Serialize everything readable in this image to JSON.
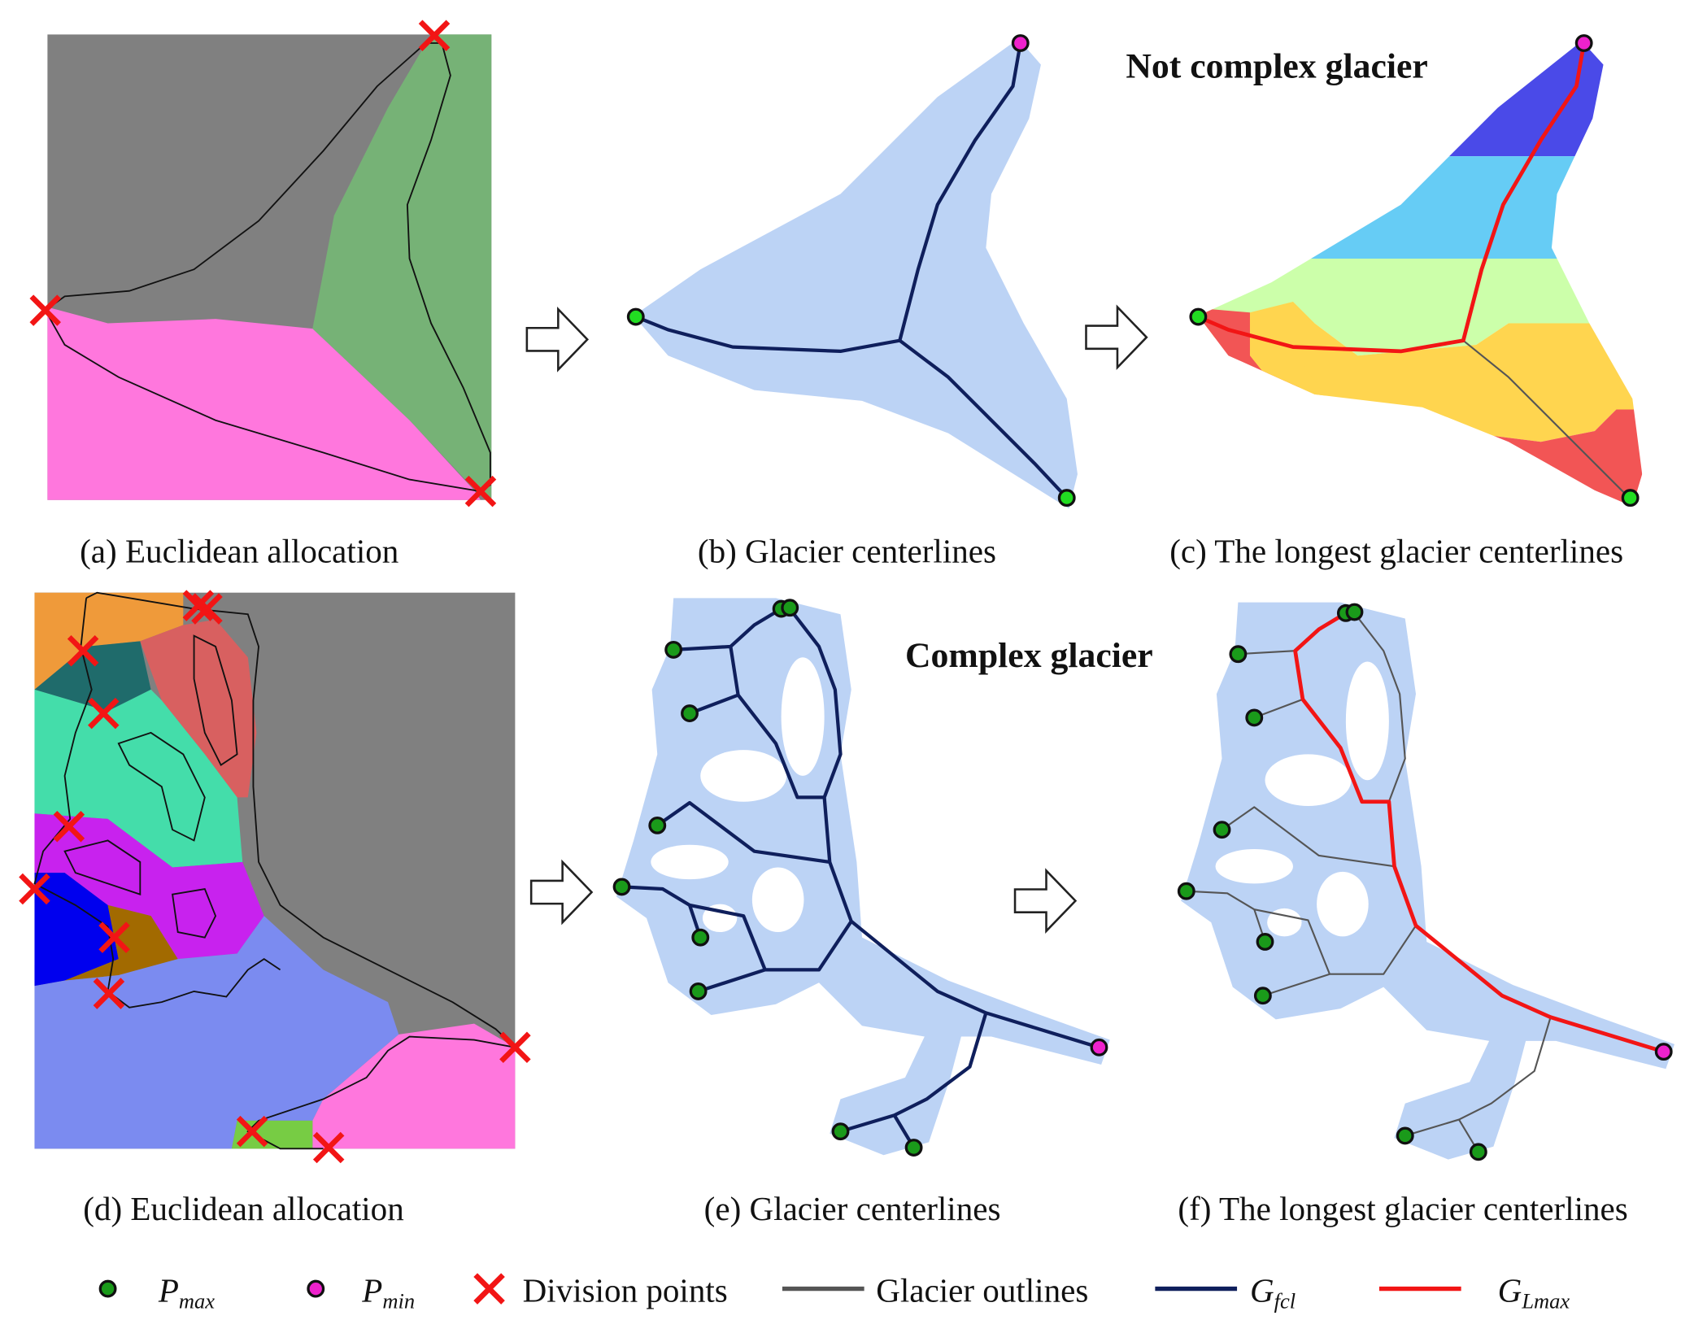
{
  "panels": {
    "a": {
      "caption": "(a) Euclidean allocation"
    },
    "b": {
      "caption": "(b) Glacier centerlines"
    },
    "c": {
      "caption": "(c) The longest glacier centerlines"
    },
    "d": {
      "caption": "(d) Euclidean allocation"
    },
    "e": {
      "caption": "(e) Glacier centerlines"
    },
    "f": {
      "caption": "(f) The longest glacier centerlines"
    }
  },
  "titles": {
    "row1": "Not complex glacier",
    "row2": "Complex glacier"
  },
  "legend": {
    "pmax": {
      "main": "P",
      "sub": "max"
    },
    "pmin": {
      "main": "P",
      "sub": "min"
    },
    "division": "Division points",
    "outlines": "Glacier outlines",
    "gfcl": {
      "main": "G",
      "sub": "fcl"
    },
    "glmax": {
      "main": "G",
      "sub": "Lmax"
    }
  },
  "colors": {
    "pmax": "#1a9a1a",
    "pmin": "#ee22cc",
    "division": "#f21515",
    "outline": "#555555",
    "gfcl": "#0f1f5c",
    "glmax": "#f21515",
    "glacier": "#bcd3f5"
  },
  "icons": {
    "arrow": "right-arrow-outline-icon"
  }
}
